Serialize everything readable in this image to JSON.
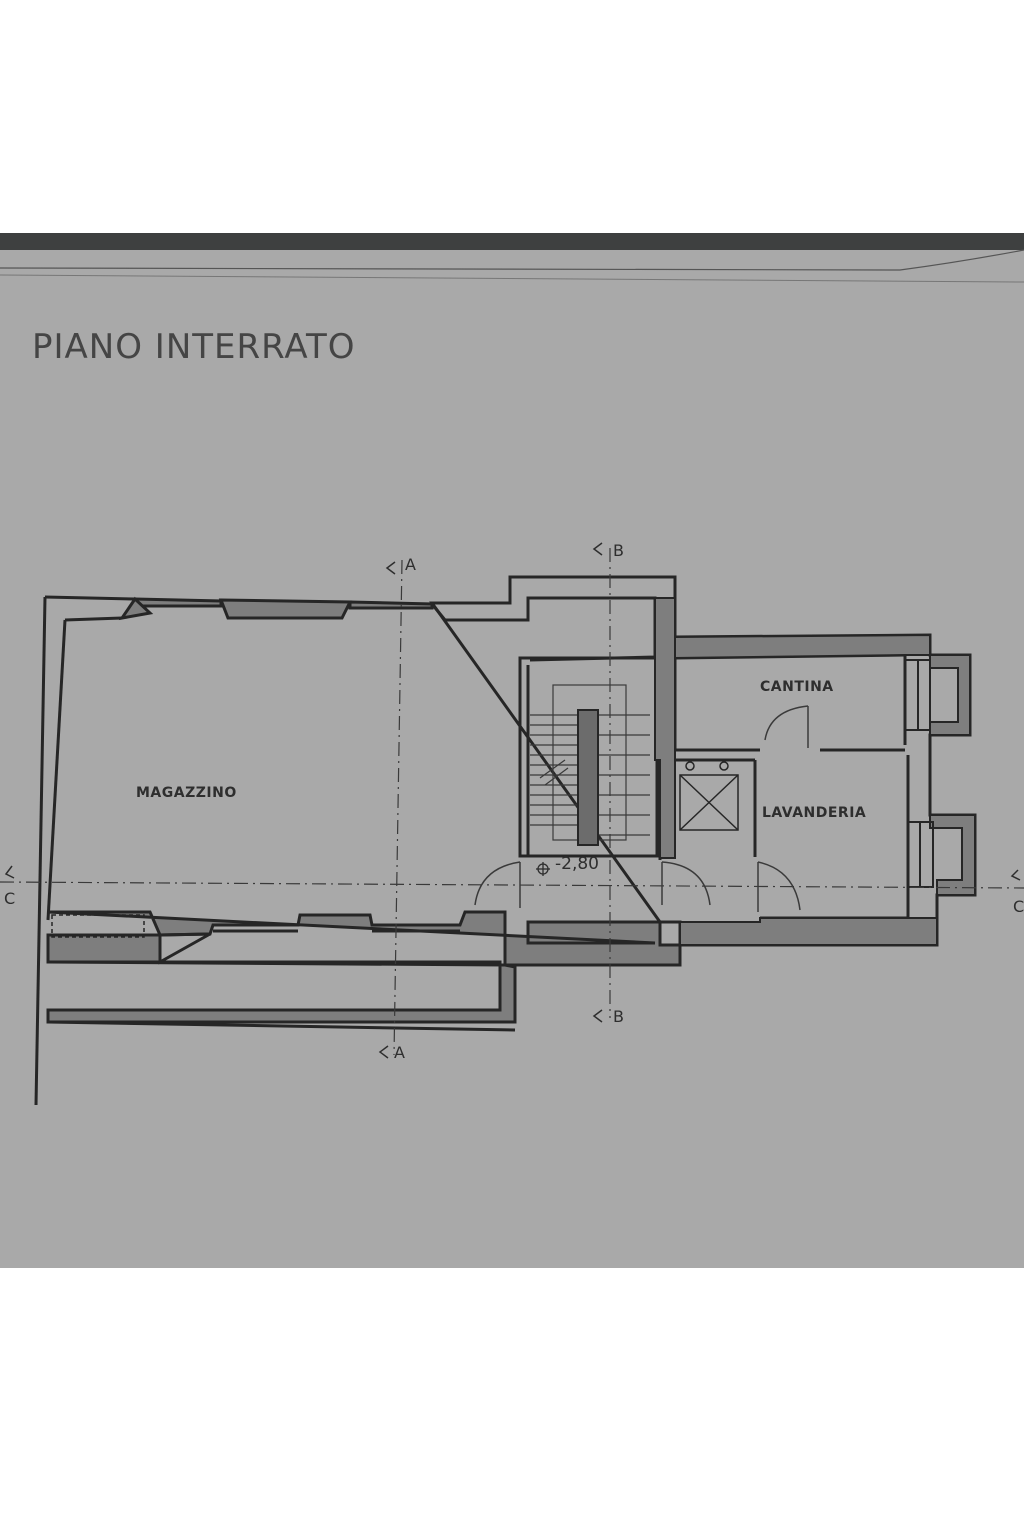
{
  "title": "PIANO  INTERRATO",
  "rooms": {
    "magazzino": "MAGAZZINO",
    "cantina": "CANTINA",
    "lavanderia": "LAVANDERIA"
  },
  "level_mark": "-2,80",
  "section_marks": {
    "a": "A",
    "b": "B",
    "c": "C"
  },
  "colors": {
    "paper": "#a9a9a9",
    "wall": "#262626",
    "wall_fill": "#7e7e7e",
    "line": "#3a3a3a"
  }
}
